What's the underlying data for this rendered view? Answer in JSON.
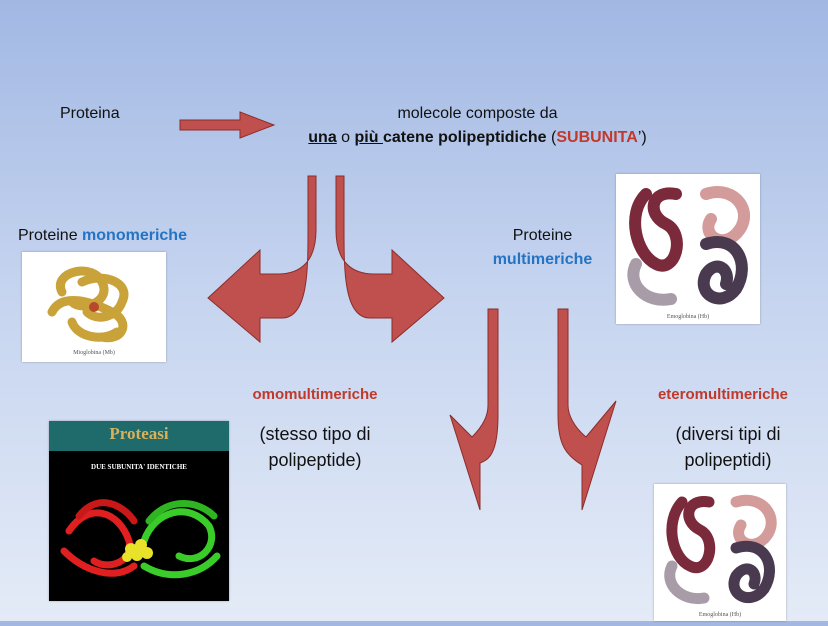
{
  "top": {
    "left_label": "Proteina",
    "line1": "molecole composte da",
    "line2": {
      "p1": "una",
      "p2": " o ",
      "p3": "più ",
      "p4": "catene polipeptidiche",
      "p5": " (",
      "p6": "SUBUNITA",
      "p7": "’)"
    }
  },
  "mono": {
    "text": "Proteine ",
    "highlight": "monomeriche",
    "caption": "Mioglobina (Mb)"
  },
  "multi": {
    "line1": "Proteine",
    "line2": "multimeriche",
    "caption": "Emoglobina (Hb)"
  },
  "omo": {
    "title": "omomultimeriche",
    "desc1": "(stesso tipo di",
    "desc2": "polipeptide)"
  },
  "etero": {
    "title": "eteromultimeriche",
    "desc1": "(diversi tipi di",
    "desc2": "polipeptidi)",
    "caption": "Emoglobina (Hb)"
  },
  "proteasi": {
    "title": "Proteasi",
    "subtitle": "DUE SUBUNITA' IDENTICHE"
  },
  "colors": {
    "arrow": "#c0504d",
    "blue": "#2574c4",
    "red": "#c0392b",
    "background": "#a2b8e3"
  }
}
